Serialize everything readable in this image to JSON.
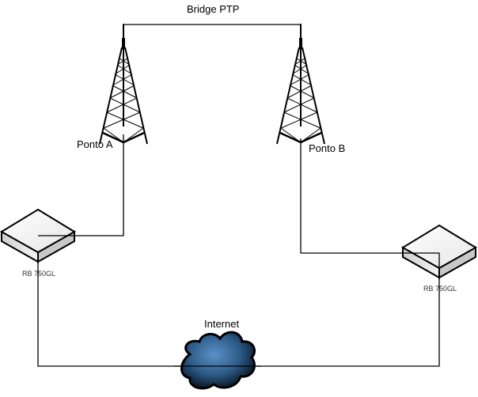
{
  "title": "Bridge PTP",
  "towers": [
    {
      "label": "Ponto A"
    },
    {
      "label": "Ponto B"
    }
  ],
  "routers": [
    {
      "label": "RB 750GL"
    },
    {
      "label": "RB 750GL"
    }
  ],
  "cloud": {
    "label": "Internet",
    "color": "#3c6fa0"
  },
  "line_color": "#000000"
}
